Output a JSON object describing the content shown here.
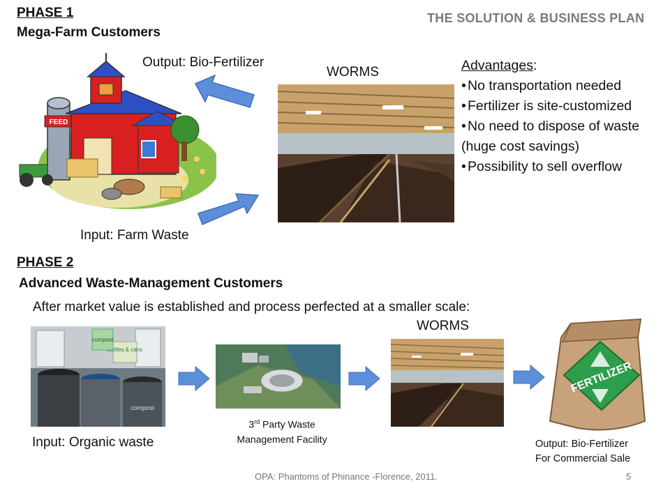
{
  "header": {
    "phase1_label": "PHASE 1",
    "phase1_subtitle": "Mega-Farm Customers",
    "slide_title": "THE SOLUTION & BUSINESS PLAN"
  },
  "phase1": {
    "output_label": "Output: Bio-Fertilizer",
    "input_label": "Input: Farm Waste",
    "worms_label": "WORMS",
    "barn_sign": "FEED",
    "advantages_title": "Advantages",
    "advantages_colon": ":",
    "advantages": [
      "No transportation needed",
      "Fertilizer is site-customized",
      "No need to dispose of waste",
      "(huge cost savings)",
      "Possibility to sell overflow"
    ]
  },
  "phase2": {
    "label": "PHASE 2",
    "subtitle": "Advanced Waste-Management Customers",
    "intro": "After market value is established and process perfected at a smaller scale:",
    "worms_label": "WORMS",
    "input_label": "Input: Organic waste",
    "facility_label_prefix": "3",
    "facility_label_sup": "rd",
    "facility_label_rest": " Party Waste",
    "facility_label_line2": "Management Facility",
    "bin_signs": [
      "compost",
      "bottles & cans",
      "compost"
    ],
    "bag_text": "FERTILIZER",
    "output_line1": "Output: Bio-Fertilizer",
    "output_line2": "For Commercial Sale"
  },
  "footer": {
    "credit": "OPA: Phantoms of Phinance -Florence, 2011.",
    "page_number": "5"
  },
  "colors": {
    "arrow_blue": "#5b8fd9",
    "barn_red": "#d92020",
    "roof_blue": "#2f4fc4",
    "title_gray": "#7a7a7a"
  }
}
